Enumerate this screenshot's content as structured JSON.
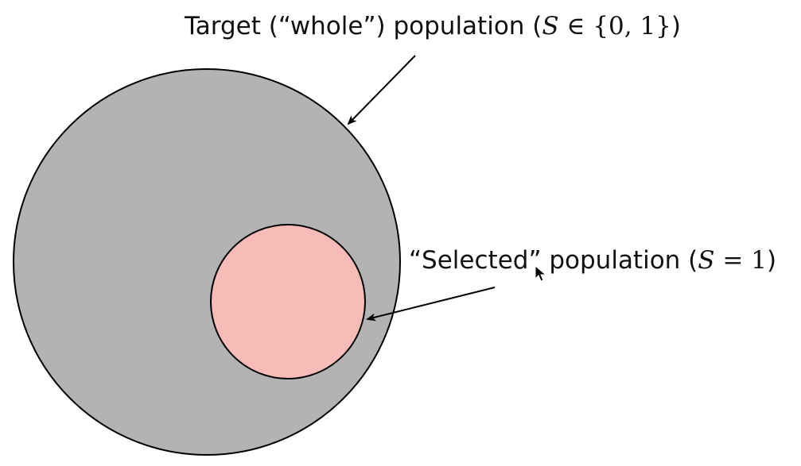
{
  "diagram": {
    "target_label": {
      "prefix": "Target (“whole”) population (",
      "math_var": "S",
      "math_rest": " ∈ {0, 1}",
      "suffix": ")"
    },
    "selected_label": {
      "prefix": "“Selected” population (",
      "math_var": "S",
      "math_rest": " = 1",
      "suffix": ")"
    },
    "colors": {
      "outer_fill": "#b3b3b3",
      "inner_fill": "#f7bbb8",
      "stroke": "#000000"
    }
  }
}
